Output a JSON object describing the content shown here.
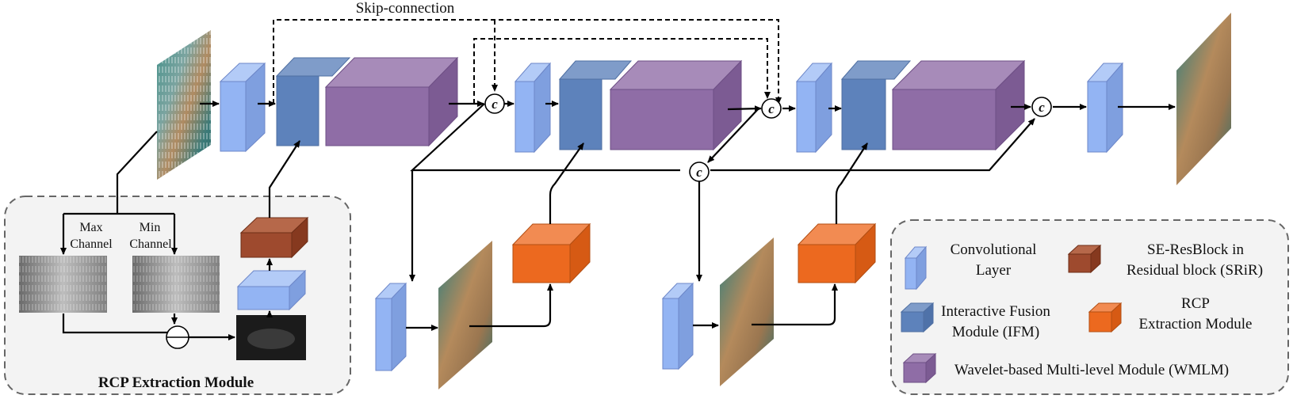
{
  "skip_label": "Skip-connection",
  "concat_symbol": "c",
  "rcp_module": {
    "title": "RCP Extraction Module",
    "max_label_1": "Max",
    "max_label_2": "Channel",
    "min_label_1": "Min",
    "min_label_2": "Channel"
  },
  "legend": {
    "conv_1": "Convolutional",
    "conv_2": "Layer",
    "se_1": "SE-ResBlock in",
    "se_2": "Residual block (SRiR)",
    "ifm_1": "Interactive Fusion",
    "ifm_2": "Module (IFM)",
    "rcp_1": "RCP",
    "rcp_2": "Extraction Module",
    "wmlm": "Wavelet-based Multi-level Module (WMLM)"
  },
  "colors": {
    "conv": "#93b4f3",
    "ifm": "#5d82bb",
    "wmlm": "#8f6da6",
    "se": "#9e4a2e",
    "rcp": "#ec691f",
    "panel": "#f3f3f3"
  }
}
